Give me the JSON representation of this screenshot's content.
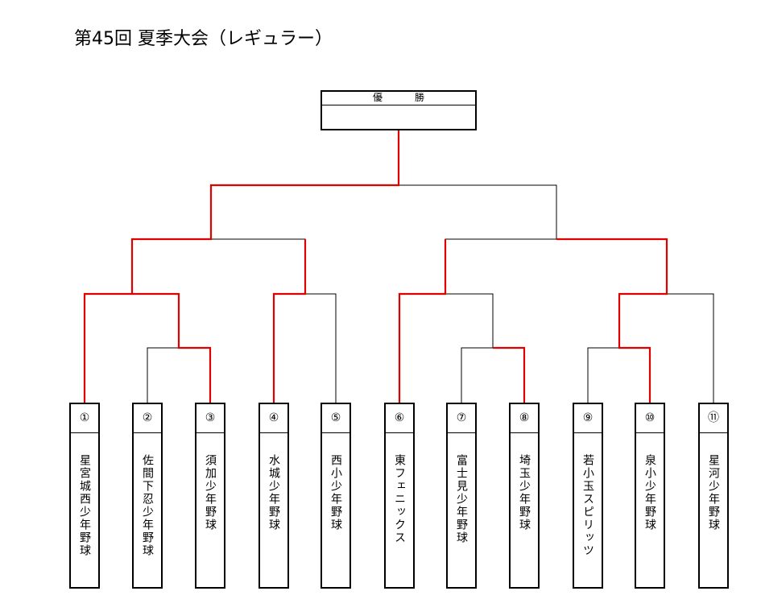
{
  "title": "第45回 夏季大会（レギュラー）",
  "winner_label": "優　勝",
  "colors": {
    "win_line": "#e00000",
    "line": "#000000"
  },
  "teams": [
    {
      "num": "①",
      "name": "星宮城西少年野球"
    },
    {
      "num": "②",
      "name": "佐間下忍少年野球"
    },
    {
      "num": "③",
      "name": "須加少年野球"
    },
    {
      "num": "④",
      "name": "水城少年野球"
    },
    {
      "num": "⑤",
      "name": "西小少年野球"
    },
    {
      "num": "⑥",
      "name": "東フェニックス"
    },
    {
      "num": "⑦",
      "name": "富士見少年野球"
    },
    {
      "num": "⑧",
      "name": "埼玉少年野球"
    },
    {
      "num": "⑨",
      "name": "若小玉スピリッツ"
    },
    {
      "num": "⑩",
      "name": "泉小少年野球"
    },
    {
      "num": "⑪",
      "name": "星河少年野球"
    }
  ]
}
